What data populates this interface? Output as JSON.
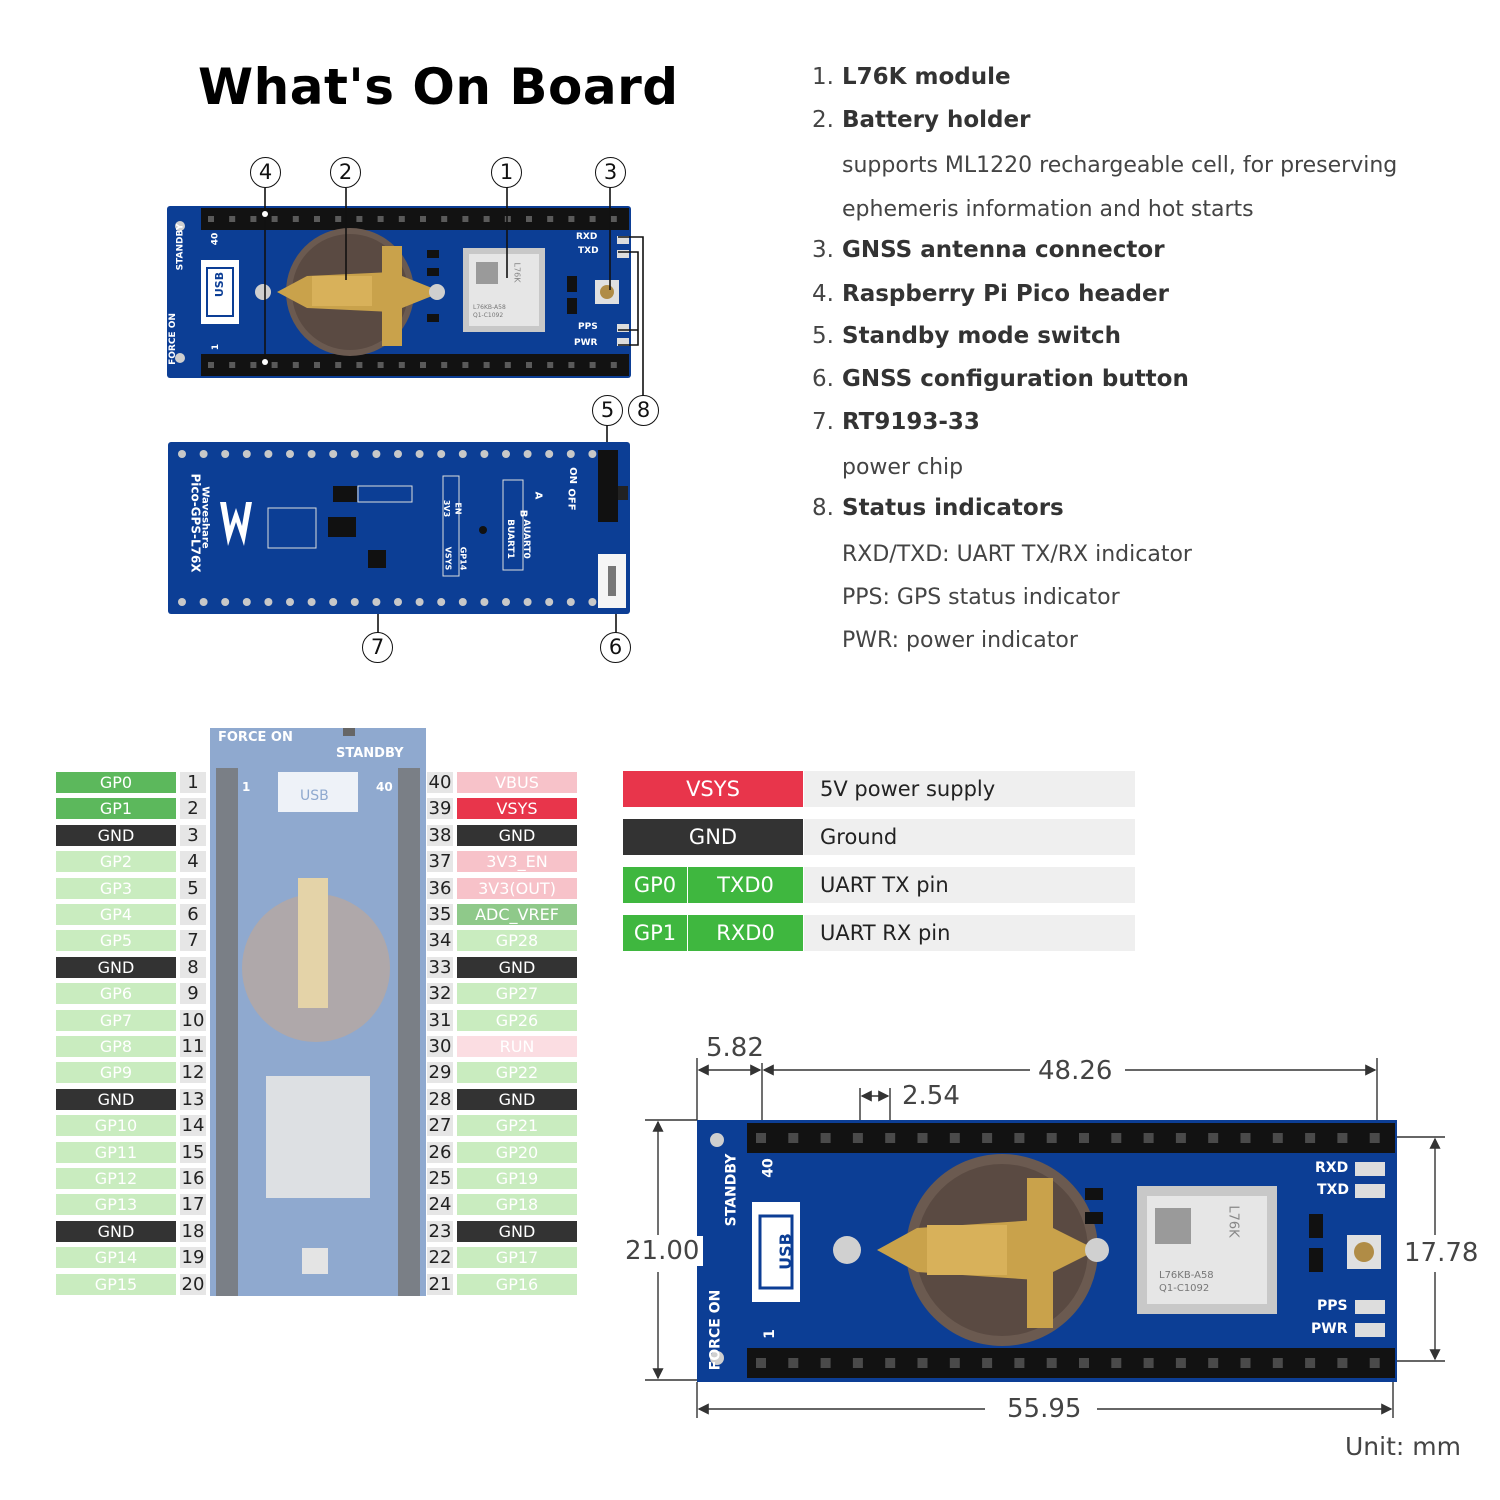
{
  "title": "What's On Board",
  "callouts": [
    "1",
    "2",
    "3",
    "4",
    "5",
    "6",
    "7",
    "8"
  ],
  "items": [
    {
      "n": "1.",
      "label": "L76K module",
      "sub": []
    },
    {
      "n": "2.",
      "label": "Battery holder",
      "sub": [
        "supports ML1220 rechargeable cell, for preserving",
        "ephemeris information and hot starts"
      ]
    },
    {
      "n": "3.",
      "label": "GNSS antenna connector",
      "sub": []
    },
    {
      "n": "4.",
      "label": "Raspberry Pi Pico header",
      "sub": []
    },
    {
      "n": "5.",
      "label": "Standby mode switch",
      "sub": []
    },
    {
      "n": "6.",
      "label": "GNSS configuration button",
      "sub": []
    },
    {
      "n": "7.",
      "label": "RT9193-33",
      "sub": [
        "power chip"
      ]
    },
    {
      "n": "8.",
      "label": "Status indicators",
      "sub": [
        "RXD/TXD: UART TX/RX indicator",
        "PPS: GPS status indicator",
        "PWR: power indicator"
      ]
    }
  ],
  "board_text": {
    "standby": "STANDBY",
    "force_on": "FORCE ON",
    "usb": "USB",
    "pin40": "40",
    "pin1": "1",
    "rxd": "RXD",
    "txd": "TXD",
    "pps": "PPS",
    "pwr": "PWR",
    "module_name": "L76K",
    "module_code": "L76KB-A58",
    "module_code2": "Q1-C1092",
    "brand": "Waveshare",
    "model": "Pico-GPS-L76X",
    "on": "ON",
    "off": "OFF",
    "a": "A",
    "b": "B",
    "auart0": "AUART0",
    "buart1": "BUART1",
    "gp14": "GP14",
    "vsys": "VSYS",
    "en": "EN",
    "v3v3": "3V3"
  },
  "pinout": {
    "left": [
      {
        "num": "1",
        "label": "GP0",
        "color": "#5cb85c",
        "text": "#ffffff"
      },
      {
        "num": "2",
        "label": "GP1",
        "color": "#5cb85c",
        "text": "#ffffff"
      },
      {
        "num": "3",
        "label": "GND",
        "color": "#333333",
        "text": "#ffffff"
      },
      {
        "num": "4",
        "label": "GP2",
        "color": "#c9ecbf",
        "text": "#ffffff"
      },
      {
        "num": "5",
        "label": "GP3",
        "color": "#c9ecbf",
        "text": "#ffffff"
      },
      {
        "num": "6",
        "label": "GP4",
        "color": "#c9ecbf",
        "text": "#ffffff"
      },
      {
        "num": "7",
        "label": "GP5",
        "color": "#c9ecbf",
        "text": "#ffffff"
      },
      {
        "num": "8",
        "label": "GND",
        "color": "#333333",
        "text": "#ffffff"
      },
      {
        "num": "9",
        "label": "GP6",
        "color": "#c9ecbf",
        "text": "#ffffff"
      },
      {
        "num": "10",
        "label": "GP7",
        "color": "#c9ecbf",
        "text": "#ffffff"
      },
      {
        "num": "11",
        "label": "GP8",
        "color": "#c9ecbf",
        "text": "#ffffff"
      },
      {
        "num": "12",
        "label": "GP9",
        "color": "#c9ecbf",
        "text": "#ffffff"
      },
      {
        "num": "13",
        "label": "GND",
        "color": "#333333",
        "text": "#ffffff"
      },
      {
        "num": "14",
        "label": "GP10",
        "color": "#c9ecbf",
        "text": "#ffffff"
      },
      {
        "num": "15",
        "label": "GP11",
        "color": "#c9ecbf",
        "text": "#ffffff"
      },
      {
        "num": "16",
        "label": "GP12",
        "color": "#c9ecbf",
        "text": "#ffffff"
      },
      {
        "num": "17",
        "label": "GP13",
        "color": "#c9ecbf",
        "text": "#ffffff"
      },
      {
        "num": "18",
        "label": "GND",
        "color": "#333333",
        "text": "#ffffff"
      },
      {
        "num": "19",
        "label": "GP14",
        "color": "#c9ecbf",
        "text": "#ffffff"
      },
      {
        "num": "20",
        "label": "GP15",
        "color": "#c9ecbf",
        "text": "#ffffff"
      }
    ],
    "right": [
      {
        "num": "40",
        "label": "VBUS",
        "color": "#f7c2c9",
        "text": "#ffffff"
      },
      {
        "num": "39",
        "label": "VSYS",
        "color": "#e8354b",
        "text": "#ffffff"
      },
      {
        "num": "38",
        "label": "GND",
        "color": "#333333",
        "text": "#ffffff"
      },
      {
        "num": "37",
        "label": "3V3_EN",
        "color": "#f7c2c9",
        "text": "#ffffff"
      },
      {
        "num": "36",
        "label": "3V3(OUT)",
        "color": "#f7c2c9",
        "text": "#ffffff"
      },
      {
        "num": "35",
        "label": "ADC_VREF",
        "color": "#8fc98a",
        "text": "#ffffff"
      },
      {
        "num": "34",
        "label": "GP28",
        "color": "#c9ecbf",
        "text": "#ffffff"
      },
      {
        "num": "33",
        "label": "GND",
        "color": "#333333",
        "text": "#ffffff"
      },
      {
        "num": "32",
        "label": "GP27",
        "color": "#c9ecbf",
        "text": "#ffffff"
      },
      {
        "num": "31",
        "label": "GP26",
        "color": "#c9ecbf",
        "text": "#ffffff"
      },
      {
        "num": "30",
        "label": "RUN",
        "color": "#fbdde2",
        "text": "#ffffff"
      },
      {
        "num": "29",
        "label": "GP22",
        "color": "#c9ecbf",
        "text": "#ffffff"
      },
      {
        "num": "28",
        "label": "GND",
        "color": "#333333",
        "text": "#ffffff"
      },
      {
        "num": "27",
        "label": "GP21",
        "color": "#c9ecbf",
        "text": "#ffffff"
      },
      {
        "num": "26",
        "label": "GP20",
        "color": "#c9ecbf",
        "text": "#ffffff"
      },
      {
        "num": "25",
        "label": "GP19",
        "color": "#c9ecbf",
        "text": "#ffffff"
      },
      {
        "num": "24",
        "label": "GP18",
        "color": "#c9ecbf",
        "text": "#ffffff"
      },
      {
        "num": "23",
        "label": "GND",
        "color": "#333333",
        "text": "#ffffff"
      },
      {
        "num": "22",
        "label": "GP17",
        "color": "#c9ecbf",
        "text": "#ffffff"
      },
      {
        "num": "21",
        "label": "GP16",
        "color": "#c9ecbf",
        "text": "#ffffff"
      }
    ]
  },
  "functions": [
    {
      "keys": [
        {
          "text": "VSYS",
          "color": "#e8354b"
        }
      ],
      "desc": "5V power supply"
    },
    {
      "keys": [
        {
          "text": "GND",
          "color": "#333333"
        }
      ],
      "desc": "Ground"
    },
    {
      "keys": [
        {
          "text": "GP0",
          "color": "#3fb73f"
        },
        {
          "text": "TXD0",
          "color": "#3fb73f"
        }
      ],
      "desc": "UART TX pin"
    },
    {
      "keys": [
        {
          "text": "GP1",
          "color": "#3fb73f"
        },
        {
          "text": "RXD0",
          "color": "#3fb73f"
        }
      ],
      "desc": "UART RX pin"
    }
  ],
  "dimensions": {
    "d1": "5.82",
    "d2": "48.26",
    "d3": "2.54",
    "d4": "21.00",
    "d5": "17.78",
    "d6": "55.95",
    "unit": "Unit: mm"
  }
}
